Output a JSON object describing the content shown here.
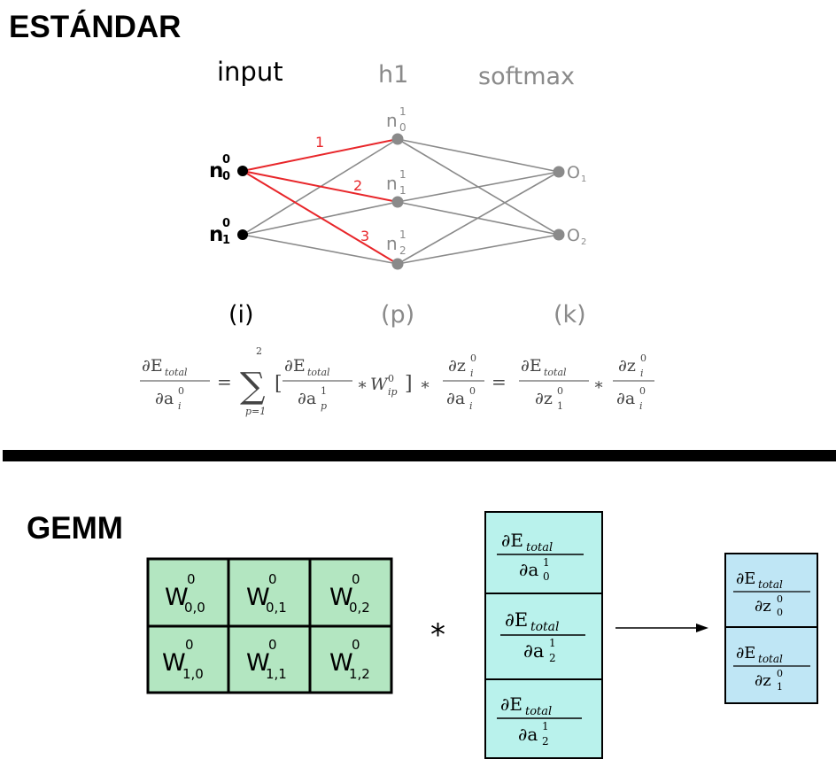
{
  "sections": {
    "standard_title": "ESTÁNDAR",
    "gemm_title": "GEMM"
  },
  "network": {
    "layer_labels": [
      "input",
      "h1",
      "softmax"
    ],
    "layer_indices": [
      "(i)",
      "(p)",
      "(k)"
    ],
    "input_nodes": [
      {
        "base": "n",
        "sup": "0",
        "sub": "0"
      },
      {
        "base": "n",
        "sup": "0",
        "sub": "1"
      }
    ],
    "hidden_nodes": [
      {
        "base": "n",
        "sup": "1",
        "sub": "0"
      },
      {
        "base": "n",
        "sup": "1",
        "sub": "1"
      },
      {
        "base": "n",
        "sup": "1",
        "sub": "2"
      }
    ],
    "output_nodes": [
      {
        "base": "O",
        "sub": "1"
      },
      {
        "base": "O",
        "sub": "2"
      }
    ],
    "highlighted_edge_labels": [
      "1",
      "2",
      "3"
    ],
    "colors": {
      "input": "#000000",
      "hidden": "#8a8a8a",
      "edge": "#8a8a8a",
      "highlight": "#e8262a",
      "label_gray": "#8a8a8a"
    }
  },
  "equation": {
    "lhs_num": "∂E",
    "lhs_num_sub": "total",
    "lhs_den": "∂a",
    "lhs_den_sup": "0",
    "lhs_den_sub": "i",
    "eq1": "=",
    "sum_upper": "2",
    "sum_lower": "p=1",
    "sum_symbol": "∑",
    "bracket_open": "[",
    "t1_num": "∂E",
    "t1_num_sub": "total",
    "t1_den": "∂a",
    "t1_den_sup": "1",
    "t1_den_sub": "p",
    "star1": "∗",
    "w": "W",
    "w_sup": "0",
    "w_sub": "ip",
    "bracket_close": "]",
    "star2": "∗",
    "t2_num": "∂z",
    "t2_num_sup": "0",
    "t2_num_sub": "i",
    "t2_den": "∂a",
    "t2_den_sup": "0",
    "t2_den_sub": "i",
    "eq2": "=",
    "t3_num": "∂E",
    "t3_num_sub": "total",
    "t3_den": "∂z",
    "t3_den_sup": "0",
    "t3_den_sub": "1",
    "star3": "∗",
    "t4_num": "∂z",
    "t4_num_sup": "0",
    "t4_num_sub": "i",
    "t4_den": "∂a",
    "t4_den_sup": "0",
    "t4_den_sub": "i"
  },
  "gemm": {
    "weight_matrix": [
      [
        {
          "base": "W",
          "sup": "0",
          "sub": "0,0"
        },
        {
          "base": "W",
          "sup": "0",
          "sub": "0,1"
        },
        {
          "base": "W",
          "sup": "0",
          "sub": "0,2"
        }
      ],
      [
        {
          "base": "W",
          "sup": "0",
          "sub": "1,0"
        },
        {
          "base": "W",
          "sup": "0",
          "sub": "1,1"
        },
        {
          "base": "W",
          "sup": "0",
          "sub": "1,2"
        }
      ]
    ],
    "multiply_symbol": "*",
    "gradient_vector": [
      {
        "num": "∂E",
        "num_sub": "total",
        "den": "∂a",
        "den_sup": "1",
        "den_sub": "0"
      },
      {
        "num": "∂E",
        "num_sub": "total",
        "den": "∂a",
        "den_sup": "1",
        "den_sub": "2"
      },
      {
        "num": "∂E",
        "num_sub": "total",
        "den": "∂a",
        "den_sup": "1",
        "den_sub": "2"
      }
    ],
    "result_vector": [
      {
        "num": "∂E",
        "num_sub": "total",
        "den": "∂z",
        "den_sup": "0",
        "den_sub": "0"
      },
      {
        "num": "∂E",
        "num_sub": "total",
        "den": "∂z",
        "den_sup": "0",
        "den_sub": "1"
      }
    ],
    "colors": {
      "weight_fill": "#b3e6c1",
      "gradient_fill": "#b9f2ec",
      "result_fill": "#bfe6f5",
      "border": "#000000"
    }
  }
}
